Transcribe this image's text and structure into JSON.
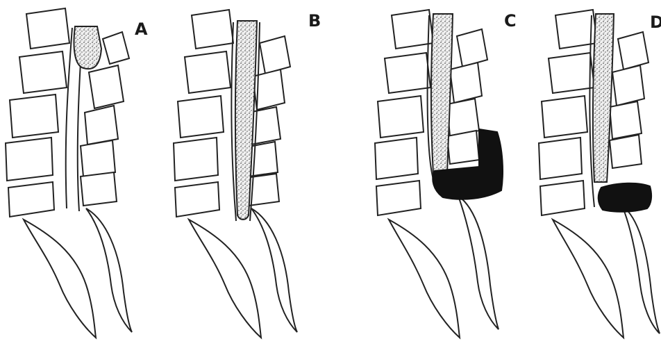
{
  "panels": [
    {
      "label": "A"
    },
    {
      "label": "B"
    },
    {
      "label": "C"
    },
    {
      "label": "D"
    }
  ],
  "colors": {
    "line": "#222222",
    "fill": "#ffffff",
    "dense_fill": "#111111",
    "stipple_bg": "#e6e6e6"
  }
}
